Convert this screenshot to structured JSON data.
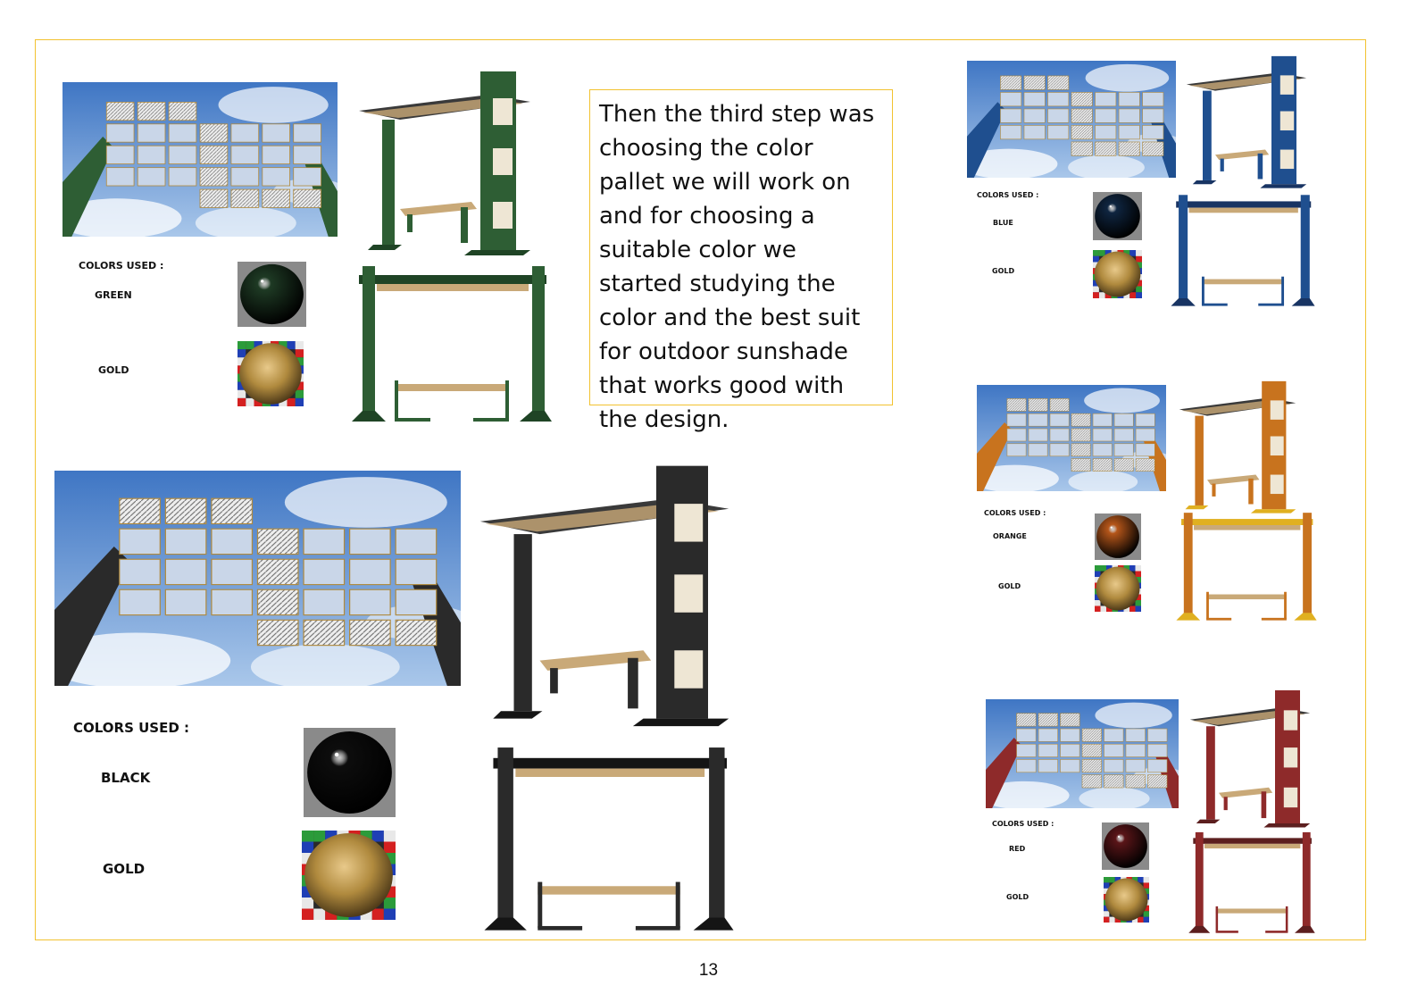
{
  "description_text": "Then the third step was choosing the color pallet we will work on and for choosing a suitable color we started studying the color and the best suit for outdoor sunshade that works good with the design.",
  "page_number": "13",
  "variants": [
    {
      "id": "green",
      "colors_used_label": "COLORS USED :",
      "primary_name": "GREEN",
      "secondary_name": "GOLD",
      "primary_color": "#2e5e34",
      "primary_dark": "#1f4425",
      "sphere_color": "#1e3a24"
    },
    {
      "id": "black",
      "colors_used_label": "COLORS USED :",
      "primary_name": "BLACK",
      "secondary_name": "GOLD",
      "primary_color": "#2a2a2a",
      "primary_dark": "#151515",
      "sphere_color": "#0d0d0d"
    },
    {
      "id": "blue",
      "colors_used_label": "COLORS USED :",
      "primary_name": "BLUE",
      "secondary_name": "GOLD",
      "primary_color": "#1f4f8f",
      "primary_dark": "#183463",
      "sphere_color": "#0f2540"
    },
    {
      "id": "orange",
      "colors_used_label": "COLORS USED :",
      "primary_name": "ORANGE",
      "secondary_name": "GOLD",
      "primary_color": "#c8731e",
      "primary_dark": "#e0b020",
      "sphere_color": "#b5561a"
    },
    {
      "id": "red",
      "colors_used_label": "COLORS USED :",
      "primary_name": "RED",
      "secondary_name": "GOLD",
      "primary_color": "#8e2a2a",
      "primary_dark": "#5c1f1f",
      "sphere_color": "#5a1518"
    }
  ],
  "colors": {
    "frame_border": "#f2c230",
    "sky_top": "#3f76c4",
    "sky_bottom": "#a9c7ea",
    "gold": "#b08a3e",
    "wood": "#c9a978"
  }
}
